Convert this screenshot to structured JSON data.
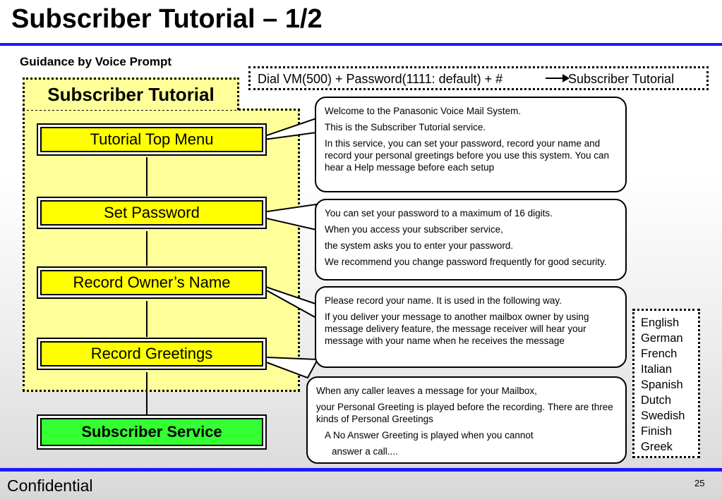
{
  "title": "Subscriber Tutorial – 1/2",
  "subtitle": "Guidance by Voice Prompt",
  "dial": {
    "text": "Dial VM(500) + Password(1111: default) + #",
    "target": "Subscriber Tutorial"
  },
  "tutorial_label": "Subscriber Tutorial",
  "menu": [
    {
      "label": "Tutorial Top Menu"
    },
    {
      "label": "Set Password"
    },
    {
      "label": "Record Owner’s Name"
    },
    {
      "label": "Record Greetings"
    }
  ],
  "service_label": "Subscriber Service",
  "bubbles": [
    {
      "lines": [
        "Welcome to the Panasonic Voice Mail System.",
        "This is the Subscriber Tutorial service.",
        "In this service, you can set your password, record your name and record your personal greetings before you use this system. You can hear a Help message before each setup"
      ]
    },
    {
      "lines": [
        "You can set your password to a maximum of 16 digits.",
        "When you access your subscriber service,",
        "the system asks you to enter your password.",
        "We recommend you change password frequently for good security."
      ]
    },
    {
      "lines": [
        "Please record your name. It is used in the following way.",
        "If you deliver your message to another mailbox owner by using message delivery feature, the message receiver will hear your message with your name when he receives the message"
      ]
    },
    {
      "lines": [
        "When any caller leaves a message for your Mailbox,",
        "your Personal Greeting is played before the recording. There are three kinds of Personal Greetings",
        "A No Answer Greeting is played when you cannot",
        "answer a call...."
      ]
    }
  ],
  "languages": [
    "English",
    "German",
    "French",
    "Italian",
    "Spanish",
    "Dutch",
    "Swedish",
    "Finish",
    "Greek"
  ],
  "footer": {
    "left": "Confidential",
    "page": "25"
  },
  "colors": {
    "accent_blue": "#1a1aff",
    "menu_yellow": "#ffff00",
    "area_yellow": "#ffff99",
    "service_green": "#33ff33"
  }
}
